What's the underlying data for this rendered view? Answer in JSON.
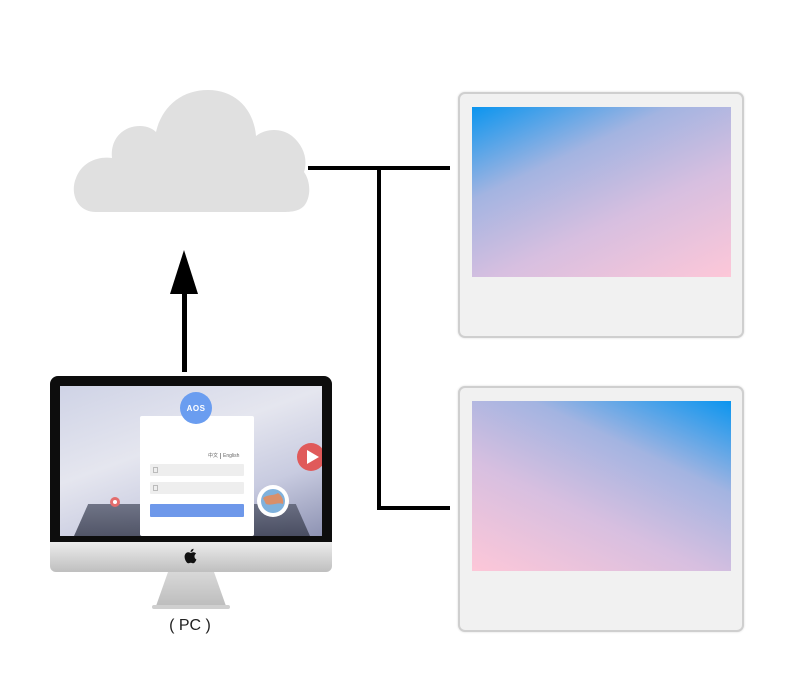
{
  "pc_label": "( PC )",
  "login": {
    "logo_text": "AOS",
    "lang_primary": "中文",
    "lang_secondary": "English"
  },
  "colors": {
    "connector": "#000000",
    "cloud": "#e0e0e0",
    "gradient_blue": "#0b95ef",
    "gradient_pink": "#fdc7d8",
    "login_button": "#6e98ea",
    "play_button": "#e05a5a"
  },
  "icons": {
    "cloud": "cloud-icon",
    "arrow": "arrow-up-icon",
    "apple": "apple-logo-icon",
    "play": "play-icon"
  }
}
